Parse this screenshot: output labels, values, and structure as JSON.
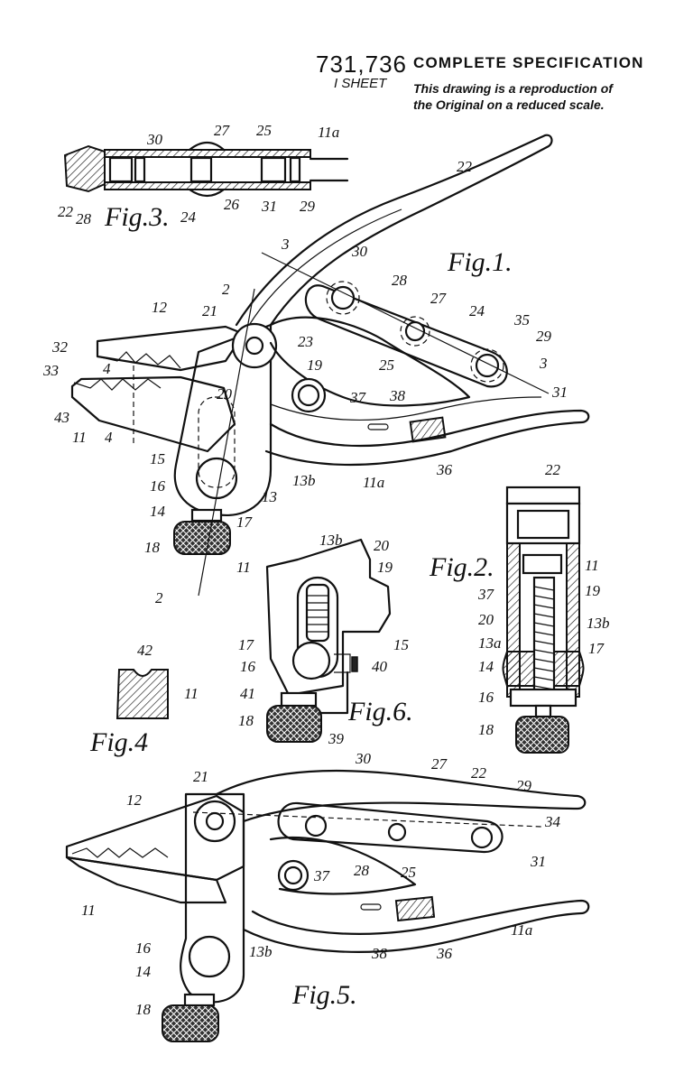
{
  "header": {
    "patent_number": "731,736",
    "specification": "COMPLETE SPECIFICATION",
    "sheets": "I SHEET",
    "note_line1": "This drawing is a reproduction of",
    "note_line2": "the Original on a reduced scale."
  },
  "figures": {
    "fig1": "Fig.1.",
    "fig2": "Fig.2.",
    "fig3": "Fig.3.",
    "fig4": "Fig.4",
    "fig5": "Fig.5.",
    "fig6": "Fig.6."
  },
  "labels": {
    "fig3": [
      "30",
      "27",
      "25",
      "11a",
      "22",
      "28",
      "24",
      "26",
      "31",
      "29"
    ],
    "fig1": [
      "22",
      "3",
      "30",
      "28",
      "27",
      "24",
      "35",
      "29",
      "3",
      "31",
      "2",
      "12",
      "21",
      "23",
      "32",
      "33",
      "4",
      "19",
      "25",
      "37",
      "38",
      "20",
      "43",
      "11",
      "4",
      "36",
      "15",
      "16",
      "13b",
      "11a",
      "14",
      "13",
      "17",
      "18",
      "2"
    ],
    "fig2": [
      "22",
      "11",
      "37",
      "19",
      "20",
      "13b",
      "13a",
      "17",
      "14",
      "16",
      "18"
    ],
    "fig6": [
      "13b",
      "20",
      "11",
      "19",
      "17",
      "15",
      "16",
      "40",
      "41",
      "18",
      "39"
    ],
    "fig4": [
      "42",
      "11"
    ],
    "fig5": [
      "30",
      "27",
      "22",
      "29",
      "21",
      "12",
      "34",
      "28",
      "37",
      "25",
      "31",
      "11",
      "16",
      "13b",
      "14",
      "38",
      "36",
      "11a",
      "18"
    ]
  }
}
